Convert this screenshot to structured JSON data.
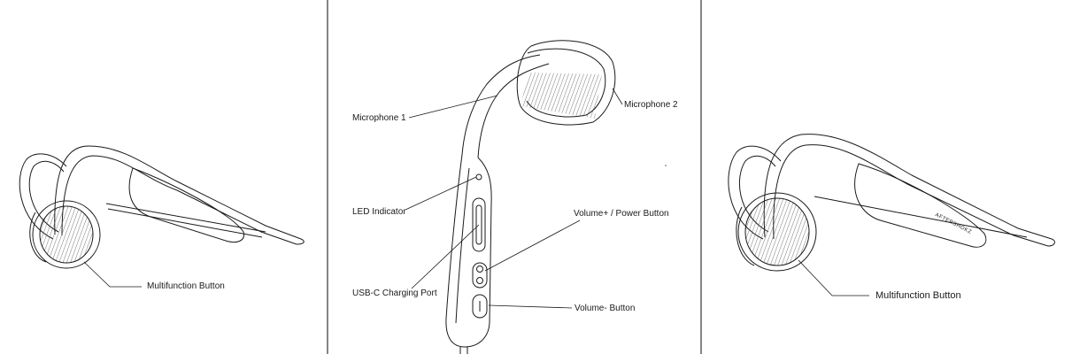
{
  "panels": {
    "left": {
      "callout": "Multifunction Button"
    },
    "center": {
      "callouts": {
        "microphone_1": "Microphone 1",
        "microphone_2": "Microphone 2",
        "led_indicator": "LED Indicator",
        "usb_c_port": "USB-C Charging Port",
        "volume_plus_power": "Volume+ / Power Button",
        "volume_minus": "Volume- Button"
      }
    },
    "right": {
      "callout": "Multifunction Button",
      "brand_text": "AFTERSHOKZ"
    }
  },
  "colors": {
    "line": "#1a1a1a",
    "divider": "#333333",
    "background": "#ffffff"
  }
}
